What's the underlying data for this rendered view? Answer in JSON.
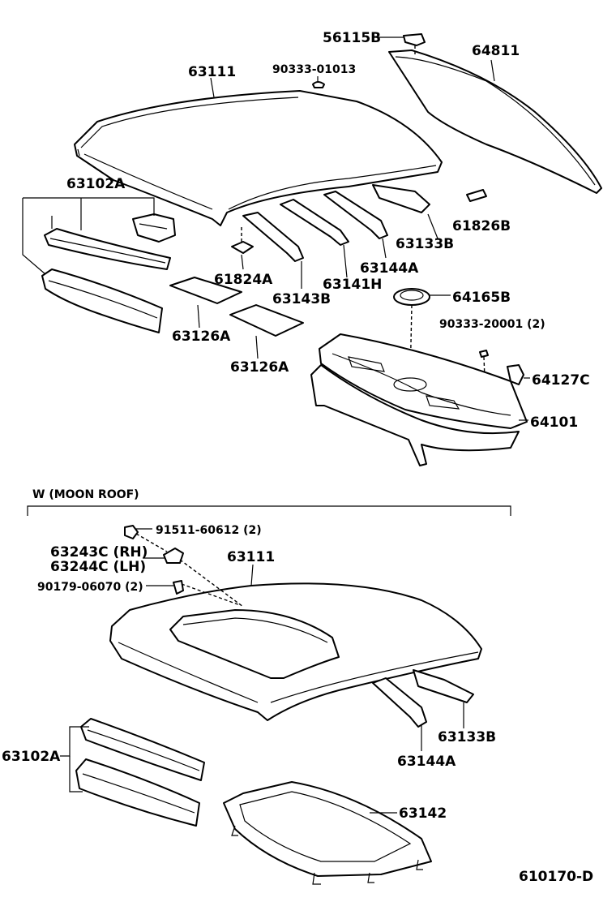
{
  "labels": {
    "p56115B": "56115B",
    "p64811": "64811",
    "p63111_top": "63111",
    "p90333_01013": "90333-01013",
    "p63102A_top": "63102A",
    "p61826B": "61826B",
    "p63133B_top": "63133B",
    "p63144A_top": "63144A",
    "p61824A": "61824A",
    "p63141H": "63141H",
    "p63143B": "63143B",
    "p64165B": "64165B",
    "p90333_20001": "90333-20001 (2)",
    "p63126A_1": "63126A",
    "p63126A_2": "63126A",
    "p64127C": "64127C",
    "p64101": "64101",
    "moonroof_title": "W (MOON  ROOF)",
    "p91511": "91511-60612 (2)",
    "p63243C": "63243C (RH)",
    "p63244C": "63244C (LH)",
    "p90179": "90179-06070 (2)",
    "p63111_bottom": "63111",
    "p63133B_bottom": "63133B",
    "p63102A_bottom": "63102A",
    "p63144A_bottom": "63144A",
    "p63142": "63142",
    "diagram_code": "610170-D"
  },
  "colors": {
    "ink": "#000000",
    "background": "#ffffff"
  }
}
